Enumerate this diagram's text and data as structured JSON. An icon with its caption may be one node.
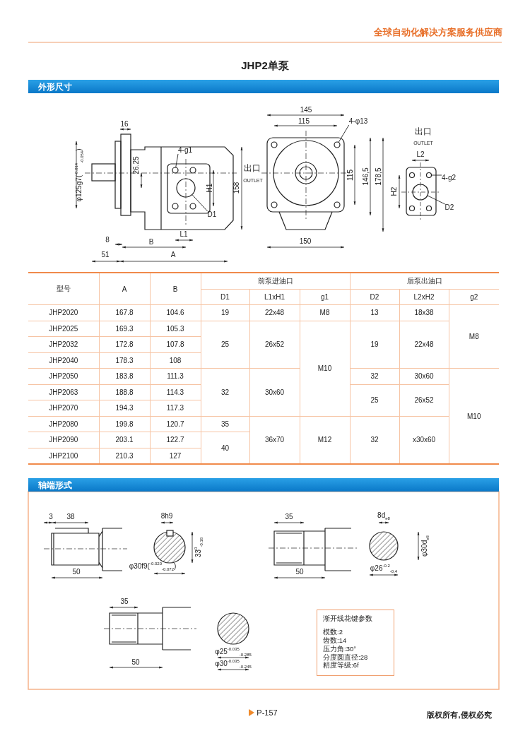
{
  "diagram": {
    "title": "JHP2单泵",
    "nodes": [
      {
        "text": [
          "外形尺寸"
        ]
      },
      {
        "text": [
          "4-g1"
        ]
      },
      {
        "text": [
          "D1"
        ]
      },
      {
        "text": [
          "4-φ13"
        ]
      },
      {
        "text": [
          "4-g2"
        ]
      },
      {
        "text": [
          "D2"
        ]
      },
      {
        "text": [
          "轴端形式"
        ]
      },
      {
        "text": [
          "渐开线花键参数",
          "模数:2",
          "齿数:14",
          "压力角:30°",
          "分度圆直径:28",
          "精度等级:6f"
        ]
      },
      {
        "text": [],
        "shape": "circle"
      },
      {
        "text": [],
        "shape": "circle"
      },
      {
        "text": [],
        "shape": "circle"
      },
      {
        "text": [],
        "shape": "circle"
      },
      {
        "text": [],
        "shape": "circle"
      }
    ],
    "edges": [
      {
        "from": 1,
        "to": 8,
        "arrow": "none"
      },
      {
        "from": 2,
        "to": 9,
        "arrow": "none"
      },
      {
        "from": 3,
        "to": 10,
        "arrow": "none"
      },
      {
        "from": 4,
        "to": 11,
        "arrow": "none"
      },
      {
        "from": 5,
        "to": 12,
        "arrow": "none"
      }
    ],
    "labels": [
      "全球自动化解决方案服务供应商",
      "16",
      "φ125g7($^{-0.014}$$_{-0.054}$)",
      "26.25",
      "H1",
      "8",
      "B",
      "51",
      "A",
      "L1",
      "158",
      "出口",
      "OUTLET",
      "145",
      "115",
      "115",
      "146,5",
      "178,5",
      "150",
      "出口",
      "OUTLET",
      "L2",
      "H2",
      "型号",
      "A",
      "B",
      "前泵进油口",
      "后泵出油口",
      "D1",
      "L1xH1",
      "g1",
      "D2",
      "L2xH2",
      "g2",
      "JHP2020",
      "167.8",
      "104.6",
      "19",
      "22x48",
      "M8",
      "13",
      "18x38",
      "JHP2025",
      "169.3",
      "105.3",
      "M8",
      "JHP2032",
      "172.8",
      "107.8",
      "25",
      "26x52",
      "19",
      "22x48",
      "JHP2040",
      "178.3",
      "108",
      "M10",
      "JHP2050",
      "183.8",
      "111.3",
      "32",
      "30x60",
      "JHP2063",
      "188.8",
      "114.3",
      "32",
      "30x60",
      "25",
      "26x52",
      "JHP2070",
      "194.3",
      "117.3",
      "M10",
      "JHP2080",
      "199.8",
      "120.7",
      "35",
      "JHP2090",
      "203.1",
      "122.7",
      "36x70",
      "M12",
      "32",
      "x30x60",
      "40",
      "JHP2100",
      "210.3",
      "127",
      "3",
      "38",
      "8h9",
      "33$^{0}$$_{-0.18}$",
      "50",
      "φ30f9($^{-0.020}$$_{-0.072}$)",
      "35",
      "8d$_{e8}$",
      "φ30d$_{e8}$",
      "50",
      "φ26$^{-0.2}$$_{-0.4}$",
      "35",
      "50",
      "φ25$^{-0.035}$$_{-0.285}$",
      "φ30$^{-0.035}$$_{-0.245}$",
      "P-157",
      "版权所有,侵权必究"
    ]
  }
}
